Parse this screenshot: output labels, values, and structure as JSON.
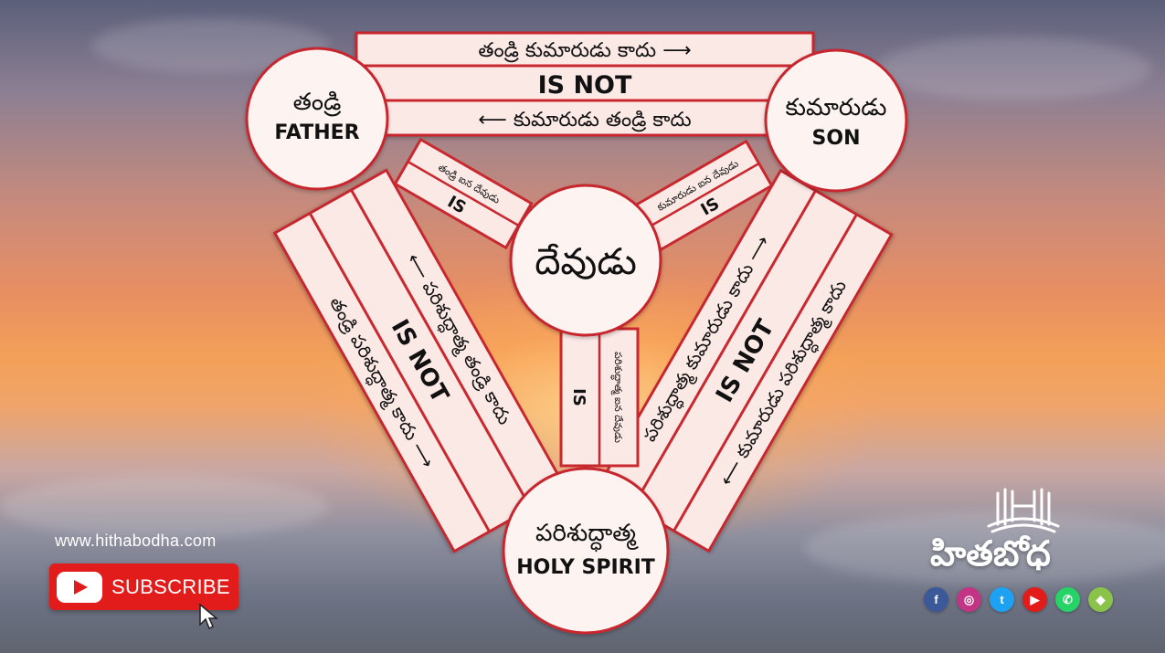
{
  "nodes": {
    "father": {
      "telugu": "తండ్రి",
      "english": "FATHER"
    },
    "son": {
      "telugu": "కుమారుడు",
      "english": "SON"
    },
    "spirit": {
      "telugu": "పరిశుద్ధాత్మ",
      "english": "HOLY SPIRIT"
    },
    "god": {
      "telugu": "దేవుడు"
    }
  },
  "top_bar": {
    "line1": "తండ్రి కుమారుడు కాదు ⟶",
    "is_not": "IS NOT",
    "line2": "⟵ కుమారుడు తండ్రి కాదు"
  },
  "left_bar": {
    "outer": "⟵ పరిశుద్ధాత్మ తండ్రి కాదు",
    "is_not": "IS NOT",
    "inner": "తండ్రి పరిశుద్ధాత్మ కాదు ⟶"
  },
  "right_bar": {
    "inner": "పరిశుద్ధాత్మ కుమారుడు కాదు ⟶",
    "is_not": "IS NOT",
    "outer": "⟵ కుమారుడు పరిశుద్ధాత్మ కాదు"
  },
  "spokes": {
    "father": {
      "is": "IS",
      "small": "తండ్రి ఐన దేవుడు"
    },
    "son": {
      "is": "IS",
      "small": "కుమారుడు ఐన దేవుడు"
    },
    "spirit": {
      "is": "IS",
      "small": "పరిశుద్ధాత్మ ఐన దేవుడు"
    }
  },
  "footer": {
    "website": "www.hithabodha.com",
    "subscribe": "SUBSCRIBE",
    "brand": "హితబోధ",
    "social_icons": [
      "facebook-icon",
      "instagram-icon",
      "twitter-icon",
      "youtube-icon",
      "whatsapp-icon",
      "android-icon"
    ]
  },
  "colors": {
    "accent": "#c8282e",
    "band_fill": "#fbe9e6",
    "circle_fill": "#fdf3f1",
    "subscribe_red": "#e21b1b"
  }
}
